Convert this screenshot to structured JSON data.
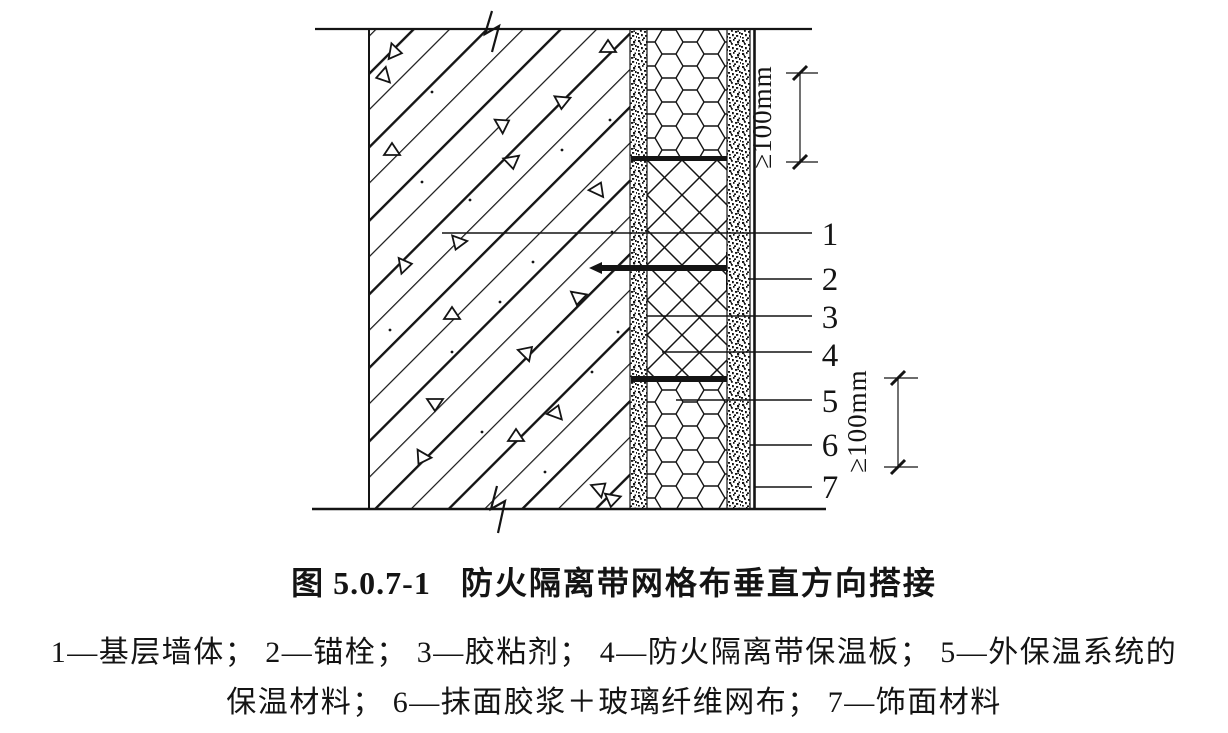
{
  "page": {
    "paper": "#ffffff",
    "ink": "#141414"
  },
  "figure_caption": {
    "number": "图 5.0.7-1",
    "title": "防火隔离带网格布垂直方向搭接"
  },
  "legend": {
    "lines": [
      "1—基层墙体； 2—锚栓； 3—胶粘剂； 4—防火隔离带保温板； 5—外保温系统的",
      "保温材料； 6—抹面胶浆＋玻璃纤维网布； 7—饰面材料"
    ]
  },
  "diagram": {
    "callouts": [
      {
        "num": "1",
        "label": "基层墙体"
      },
      {
        "num": "2",
        "label": "锚栓"
      },
      {
        "num": "3",
        "label": "胶粘剂"
      },
      {
        "num": "4",
        "label": "防火隔离带保温板"
      },
      {
        "num": "5",
        "label": "外保温系统的保温材料"
      },
      {
        "num": "6",
        "label": "抹面胶浆＋玻璃纤维网布"
      },
      {
        "num": "7",
        "label": "饰面材料"
      }
    ],
    "dimensions": {
      "top": "≥100mm",
      "bottom": "≥100mm"
    }
  }
}
